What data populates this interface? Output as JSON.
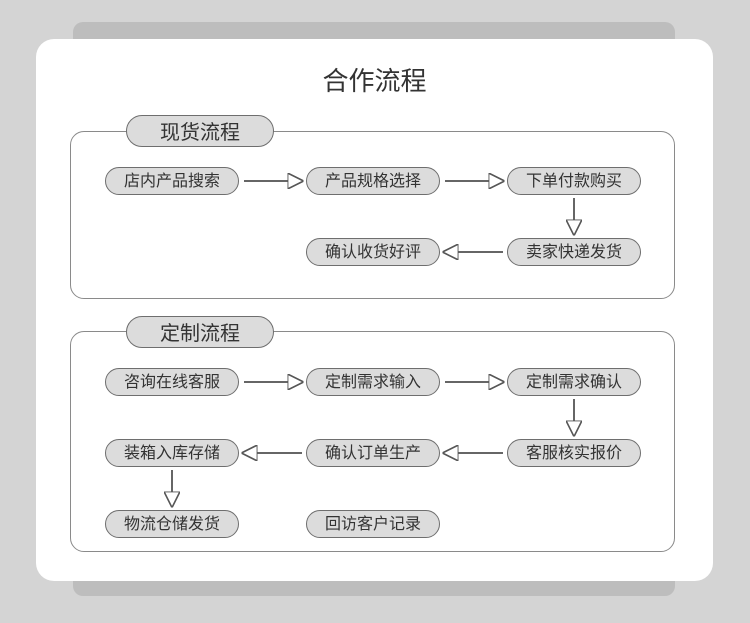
{
  "title": "合作流程",
  "stock": {
    "label": "现货流程",
    "steps": [
      "店内产品搜索",
      "产品规格选择",
      "下单付款购买",
      "卖家快递发货",
      "确认收货好评"
    ]
  },
  "custom": {
    "label": "定制流程",
    "steps": [
      "咨询在线客服",
      "定制需求输入",
      "定制需求确认",
      "客服核实报价",
      "确认订单生产",
      "装箱入库存储",
      "物流仓储发货",
      "回访客户记录"
    ]
  },
  "colors": {
    "background": "#d4d4d4",
    "card": "#ffffff",
    "pill": "#dcdcdc",
    "border": "#6e6e6e"
  }
}
